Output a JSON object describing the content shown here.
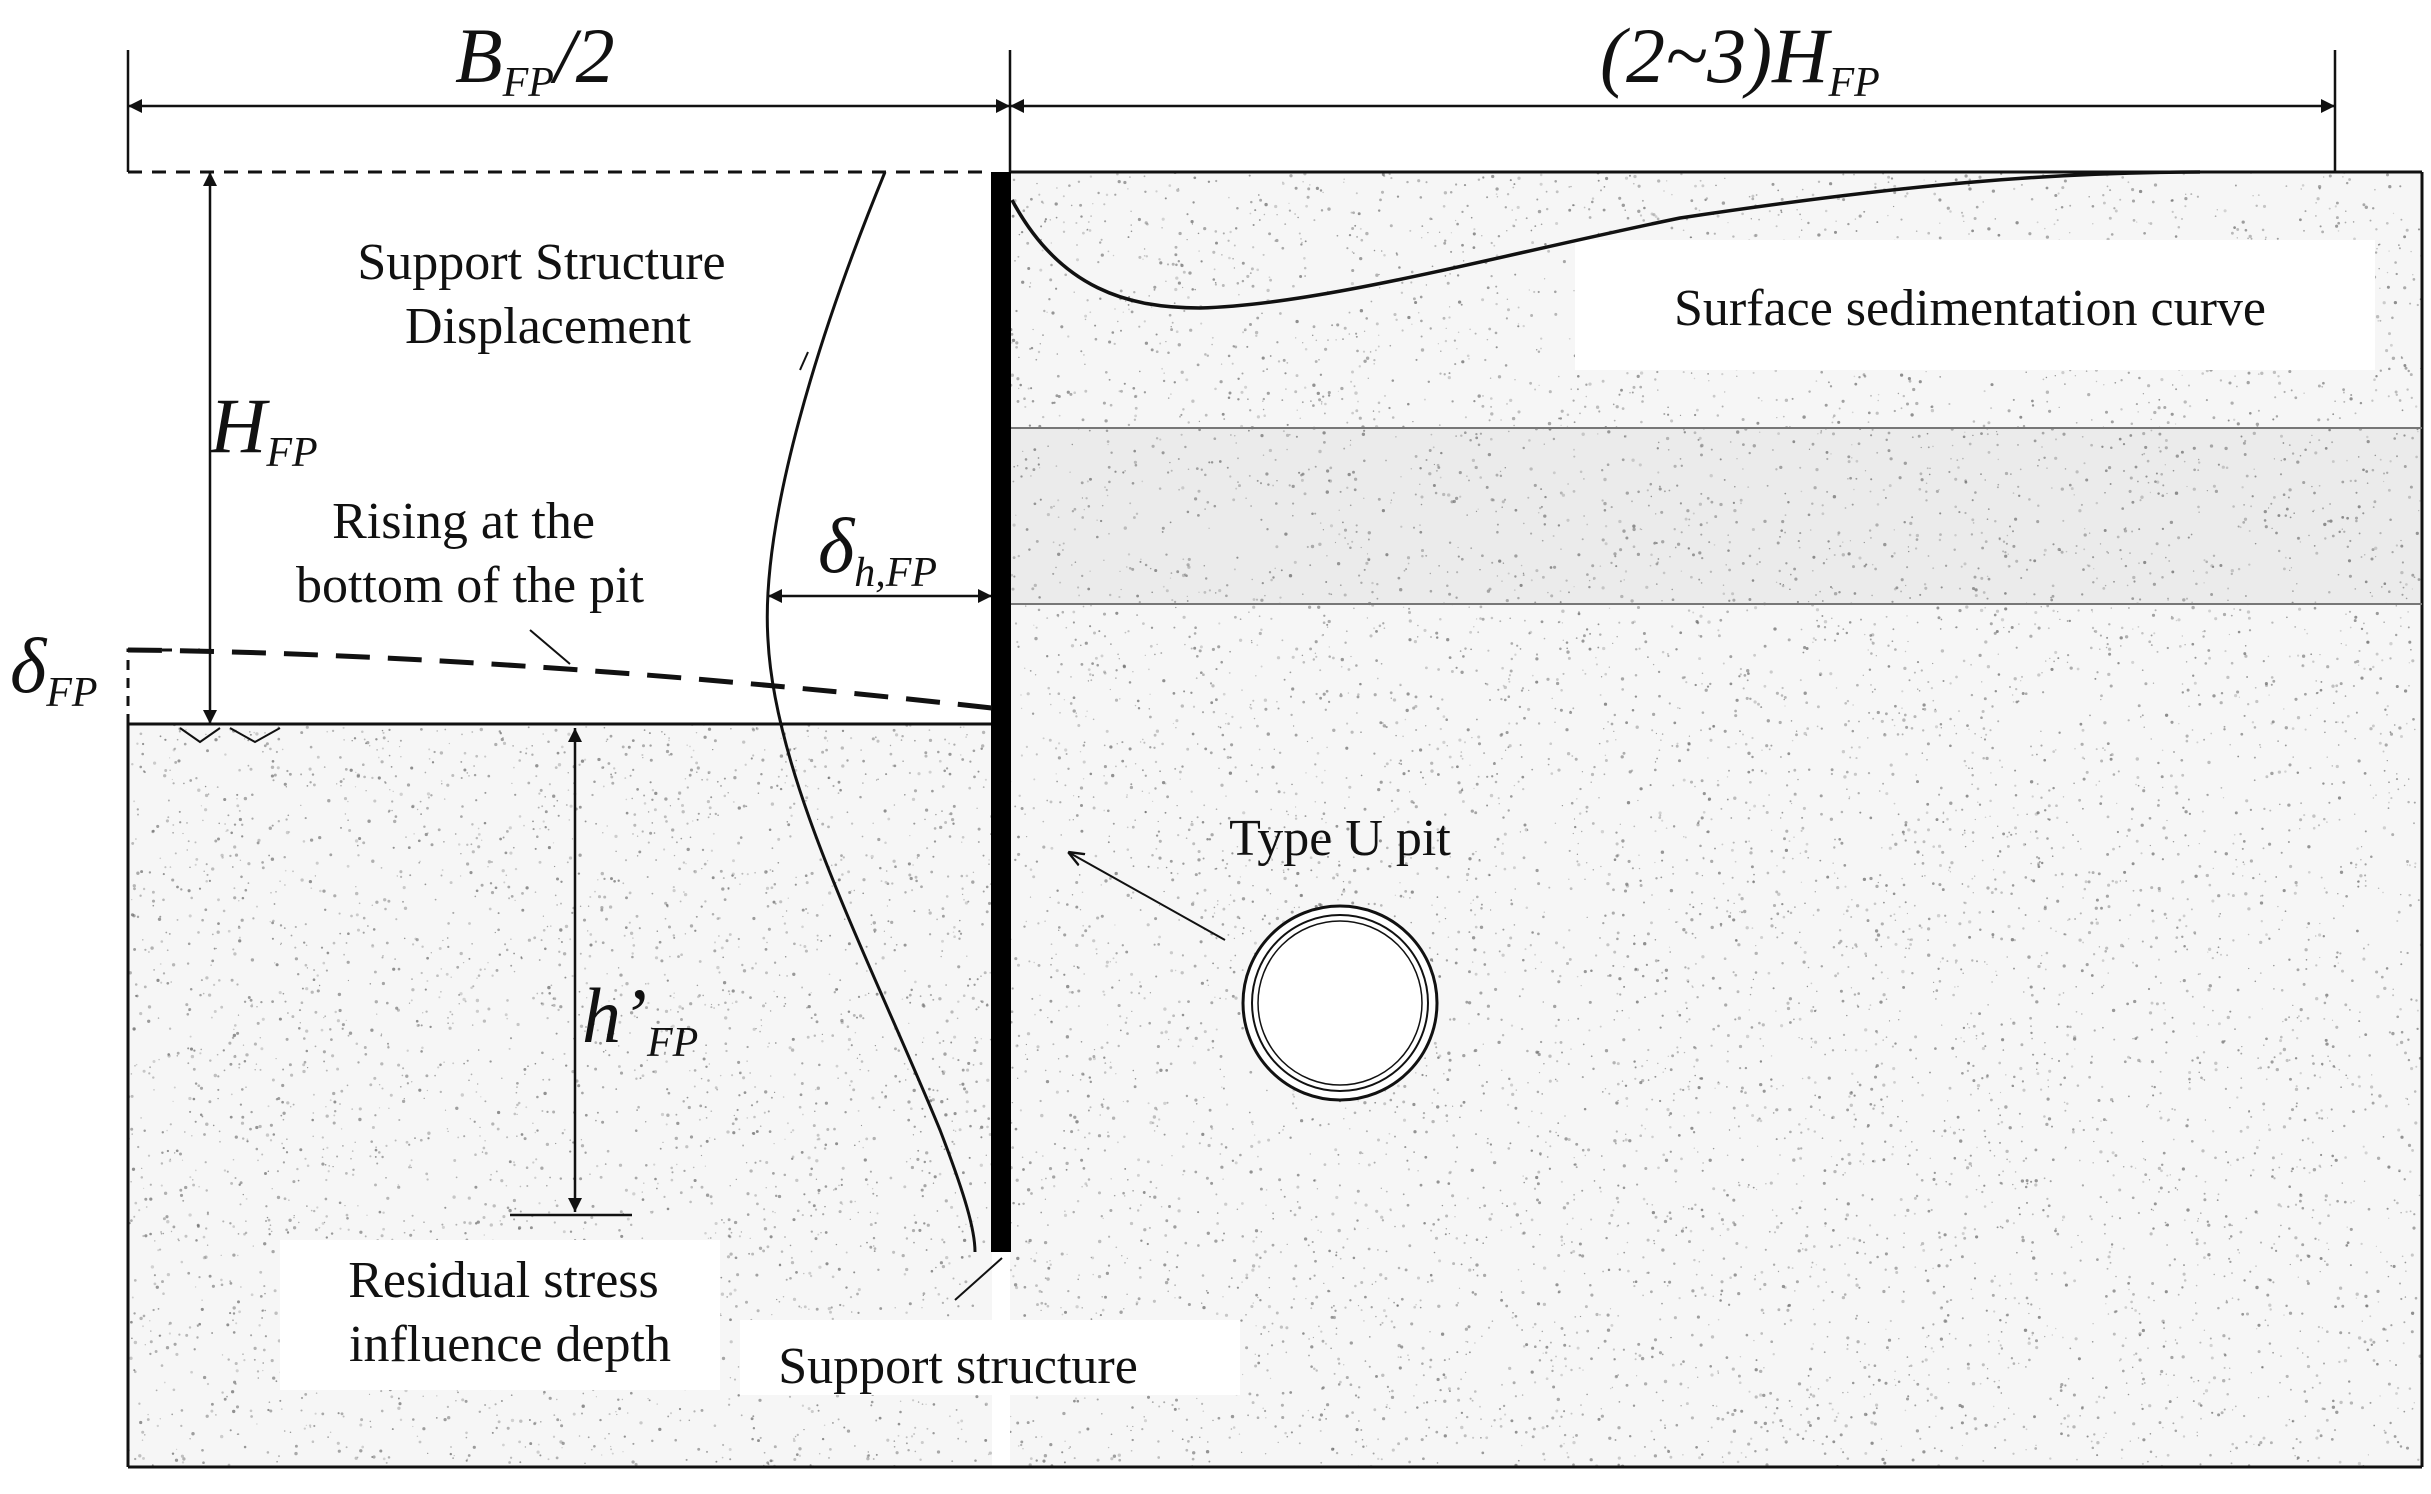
{
  "dimensions": {
    "half_width": {
      "main": "B",
      "sub": "FP",
      "suffix": "/2"
    },
    "influence_width": {
      "prefix": "(2~3)",
      "main": "H",
      "sub": "FP"
    },
    "depth": {
      "main": "H",
      "sub": "FP"
    },
    "heave": {
      "main": "δ",
      "sub": "FP"
    },
    "wall_displacement": {
      "main": "δ",
      "sub": "h,FP"
    },
    "residual_depth": {
      "main": "h’",
      "sub": "FP"
    }
  },
  "labels": {
    "support_displacement": [
      "Support Structure",
      "Displacement"
    ],
    "bottom_rising": [
      "Rising at the",
      "bottom of the pit"
    ],
    "surface_settlement": "Surface sedimentation curve",
    "pit_type": "Type U pit",
    "residual_stress": [
      "Residual stress",
      "influence depth"
    ],
    "support_structure": "Support structure"
  },
  "colors": {
    "line": "#111111",
    "wall": "#000000",
    "background": "#ffffff",
    "soil_speckle": "#6a6a6a"
  }
}
